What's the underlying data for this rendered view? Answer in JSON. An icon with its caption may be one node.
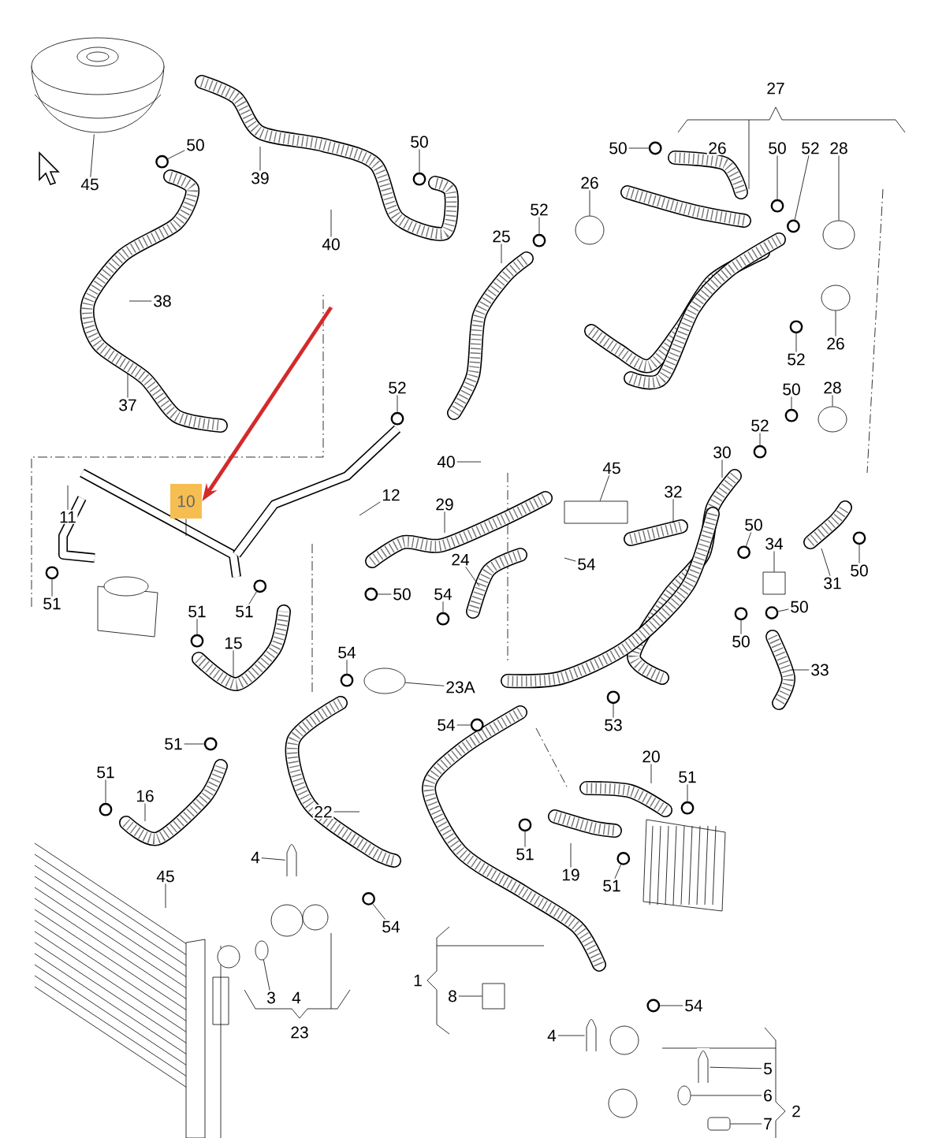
{
  "diagram": {
    "nodes": [
      {
        "text": [
          "45"
        ]
      },
      {
        "text": [
          "50"
        ]
      },
      {
        "text": [
          "50"
        ]
      },
      {
        "text": [
          "50"
        ]
      },
      {
        "text": [
          "50"
        ]
      },
      {
        "text": [
          "52"
        ]
      },
      {
        "text": [
          "28"
        ]
      },
      {
        "text": [
          "39"
        ]
      },
      {
        "text": [
          "26"
        ]
      },
      {
        "text": [
          "52"
        ]
      },
      {
        "text": [
          "25"
        ]
      },
      {
        "text": [
          "40"
        ]
      },
      {
        "text": [
          "38"
        ]
      },
      {
        "text": [
          "52"
        ]
      },
      {
        "text": [
          "26"
        ]
      },
      {
        "text": [
          "50"
        ]
      },
      {
        "text": [
          "28"
        ]
      },
      {
        "text": [
          "52"
        ]
      },
      {
        "text": [
          "37"
        ]
      },
      {
        "text": [
          "52"
        ]
      },
      {
        "text": [
          "30"
        ]
      },
      {
        "text": [
          "40"
        ]
      },
      {
        "text": [
          "45"
        ]
      },
      {
        "text": [
          "10"
        ]
      },
      {
        "text": [
          "32"
        ]
      },
      {
        "text": [
          "12"
        ]
      },
      {
        "text": [
          "29"
        ]
      },
      {
        "text": [
          "11"
        ]
      },
      {
        "text": [
          "50"
        ]
      },
      {
        "text": [
          "34"
        ]
      },
      {
        "text": [
          "24"
        ]
      },
      {
        "text": [
          "54"
        ]
      },
      {
        "text": [
          "50"
        ]
      },
      {
        "text": [
          "31"
        ]
      },
      {
        "text": [
          "50"
        ]
      },
      {
        "text": [
          "54"
        ]
      },
      {
        "text": [
          "51"
        ]
      },
      {
        "text": [
          "50"
        ]
      },
      {
        "text": [
          "51"
        ]
      },
      {
        "text": [
          "51"
        ]
      },
      {
        "text": [
          "50"
        ]
      },
      {
        "text": [
          "15"
        ]
      },
      {
        "text": [
          "54"
        ]
      },
      {
        "text": [
          "33"
        ]
      },
      {
        "text": [
          "23A"
        ]
      },
      {
        "text": [
          "53"
        ]
      },
      {
        "text": [
          "54"
        ]
      },
      {
        "text": [
          "51"
        ]
      },
      {
        "text": [
          "20"
        ]
      },
      {
        "text": [
          "51"
        ]
      },
      {
        "text": [
          "51"
        ]
      },
      {
        "text": [
          "16"
        ]
      },
      {
        "text": [
          "22"
        ]
      },
      {
        "text": [
          "51"
        ]
      },
      {
        "text": [
          "4"
        ]
      },
      {
        "text": [
          "19"
        ]
      },
      {
        "text": [
          "45"
        ]
      },
      {
        "text": [
          "51"
        ]
      },
      {
        "text": [
          "54"
        ]
      },
      {
        "text": [
          "8"
        ]
      },
      {
        "text": [
          "3"
        ]
      },
      {
        "text": [
          "54"
        ]
      },
      {
        "text": [
          "4"
        ]
      },
      {
        "text": [
          "5"
        ]
      },
      {
        "text": [
          "6"
        ]
      },
      {
        "text": [
          "7"
        ]
      },
      {
        "text": [],
        "shape": "circle"
      },
      {
        "text": [],
        "shape": "circle"
      },
      {
        "text": [],
        "shape": "circle"
      },
      {
        "text": [],
        "shape": "circle"
      },
      {
        "text": [],
        "shape": "circle"
      },
      {
        "text": [],
        "shape": "circle"
      },
      {
        "text": [],
        "shape": "circle"
      },
      {
        "text": [],
        "shape": "circle"
      },
      {
        "text": [],
        "shape": "circle"
      },
      {
        "text": [],
        "shape": "circle"
      },
      {
        "text": [],
        "shape": "circle"
      },
      {
        "text": [],
        "shape": "circle"
      },
      {
        "text": [],
        "shape": "circle"
      },
      {
        "text": [],
        "shape": "circle"
      },
      {
        "text": [],
        "shape": "circle"
      },
      {
        "text": [],
        "shape": "circle"
      },
      {
        "text": [],
        "shape": "circle"
      },
      {
        "text": [],
        "shape": "circle"
      },
      {
        "text": [],
        "shape": "circle"
      },
      {
        "text": [],
        "shape": "circle"
      },
      {
        "text": [],
        "shape": "circle"
      },
      {
        "text": [],
        "shape": "circle"
      },
      {
        "text": [],
        "shape": "circle"
      },
      {
        "text": [],
        "shape": "circle"
      },
      {
        "text": [],
        "shape": "circle"
      },
      {
        "text": [],
        "shape": "circle"
      },
      {
        "text": [],
        "shape": "circle"
      },
      {
        "text": [],
        "shape": "circle"
      },
      {
        "text": [],
        "shape": "circle"
      },
      {
        "text": [],
        "shape": "picture"
      },
      {
        "text": [],
        "shape": "circle"
      },
      {
        "text": [],
        "shape": "circle"
      },
      {
        "text": [],
        "shape": "circle"
      },
      {
        "text": [],
        "shape": "circle"
      },
      {
        "text": [],
        "shape": "box"
      },
      {
        "text": [],
        "shape": "box"
      },
      {
        "text": [],
        "shape": "circle"
      },
      {
        "text": [],
        "shape": "picture"
      },
      {
        "text": [],
        "shape": "box"
      },
      {
        "text": [],
        "shape": "circle"
      },
      {
        "text": [],
        "shape": "picture"
      },
      {
        "text": [],
        "shape": "picture"
      },
      {
        "text": [],
        "shape": "circle"
      },
      {
        "text": [],
        "shape": "cylinder"
      }
    ],
    "edges": [
      {
        "from": 0,
        "to": 95,
        "arrow": "none"
      },
      {
        "from": 1,
        "to": 66,
        "arrow": "none"
      },
      {
        "from": 2,
        "to": 67,
        "arrow": "none"
      },
      {
        "from": 3,
        "to": 68,
        "arrow": "none"
      },
      {
        "from": 4,
        "to": 69,
        "arrow": "none"
      },
      {
        "from": 5,
        "to": 70,
        "arrow": "none"
      },
      {
        "from": 6,
        "to": 96,
        "arrow": "none"
      },
      {
        "from": 7,
        "to": null,
        "arrow": "none"
      },
      {
        "from": 8,
        "to": 97,
        "arrow": "none"
      },
      {
        "from": 9,
        "to": 71,
        "arrow": "none"
      },
      {
        "from": 10,
        "to": null,
        "arrow": "none"
      },
      {
        "from": 11,
        "to": null,
        "arrow": "none"
      },
      {
        "from": 12,
        "to": null,
        "arrow": "none"
      },
      {
        "from": 13,
        "to": 72,
        "arrow": "none"
      },
      {
        "from": 14,
        "to": 98,
        "arrow": "none"
      },
      {
        "from": 15,
        "to": 73,
        "arrow": "none"
      },
      {
        "from": 16,
        "to": 99,
        "arrow": "none"
      },
      {
        "from": 17,
        "to": 74,
        "arrow": "none"
      },
      {
        "from": 18,
        "to": null,
        "arrow": "none"
      },
      {
        "from": 19,
        "to": 75,
        "arrow": "none"
      },
      {
        "from": 20,
        "to": null,
        "arrow": "none"
      },
      {
        "from": 21,
        "to": null,
        "arrow": "none"
      },
      {
        "from": 22,
        "to": 100,
        "arrow": "none"
      },
      {
        "from": 23,
        "to": null,
        "arrow": "none"
      },
      {
        "from": 24,
        "to": null,
        "arrow": "none"
      },
      {
        "from": 25,
        "to": null,
        "arrow": "none"
      },
      {
        "from": 26,
        "to": null,
        "arrow": "none"
      },
      {
        "from": 27,
        "to": null,
        "arrow": "none"
      },
      {
        "from": 28,
        "to": 76,
        "arrow": "none"
      },
      {
        "from": 29,
        "to": 101,
        "arrow": "none"
      },
      {
        "from": 30,
        "to": null,
        "arrow": "none"
      },
      {
        "from": 31,
        "to": null,
        "arrow": "none"
      },
      {
        "from": 32,
        "to": 77,
        "arrow": "none"
      },
      {
        "from": 33,
        "to": null,
        "arrow": "none"
      },
      {
        "from": 34,
        "to": 78,
        "arrow": "none"
      },
      {
        "from": 35,
        "to": 79,
        "arrow": "none"
      },
      {
        "from": 36,
        "to": 80,
        "arrow": "none"
      },
      {
        "from": 37,
        "to": 81,
        "arrow": "none"
      },
      {
        "from": 38,
        "to": 82,
        "arrow": "none"
      },
      {
        "from": 39,
        "to": 83,
        "arrow": "none"
      },
      {
        "from": 40,
        "to": 84,
        "arrow": "none"
      },
      {
        "from": 41,
        "to": null,
        "arrow": "none"
      },
      {
        "from": 42,
        "to": 85,
        "arrow": "none"
      },
      {
        "from": 43,
        "to": null,
        "arrow": "none"
      },
      {
        "from": 44,
        "to": 102,
        "arrow": "none"
      },
      {
        "from": 45,
        "to": 86,
        "arrow": "none"
      },
      {
        "from": 46,
        "to": 87,
        "arrow": "none"
      },
      {
        "from": 47,
        "to": 88,
        "arrow": "none"
      },
      {
        "from": 48,
        "to": null,
        "arrow": "none"
      },
      {
        "from": 49,
        "to": 89,
        "arrow": "none"
      },
      {
        "from": 50,
        "to": 90,
        "arrow": "none"
      },
      {
        "from": 51,
        "to": null,
        "arrow": "none"
      },
      {
        "from": 52,
        "to": null,
        "arrow": "none"
      },
      {
        "from": 53,
        "to": 91,
        "arrow": "none"
      },
      {
        "from": 54,
        "to": 103,
        "arrow": "none"
      },
      {
        "from": 55,
        "to": null,
        "arrow": "none"
      },
      {
        "from": 56,
        "to": null,
        "arrow": "none"
      },
      {
        "from": 57,
        "to": 92,
        "arrow": "none"
      },
      {
        "from": 58,
        "to": 93,
        "arrow": "none"
      },
      {
        "from": 59,
        "to": 104,
        "arrow": "none"
      },
      {
        "from": 60,
        "to": 105,
        "arrow": "none"
      },
      {
        "from": 61,
        "to": 94,
        "arrow": "none"
      },
      {
        "from": 62,
        "to": 106,
        "arrow": "none"
      },
      {
        "from": 63,
        "to": 107,
        "arrow": "none"
      },
      {
        "from": 64,
        "to": 108,
        "arrow": "none"
      },
      {
        "from": 65,
        "to": 109,
        "arrow": "none"
      },
      {
        "from": null,
        "to": 23,
        "arrow": "to",
        "style": "thick",
        "color": "#d42a2a"
      }
    ],
    "labels": [
      "27",
      "26",
      "1",
      "4",
      "23",
      "2"
    ]
  }
}
